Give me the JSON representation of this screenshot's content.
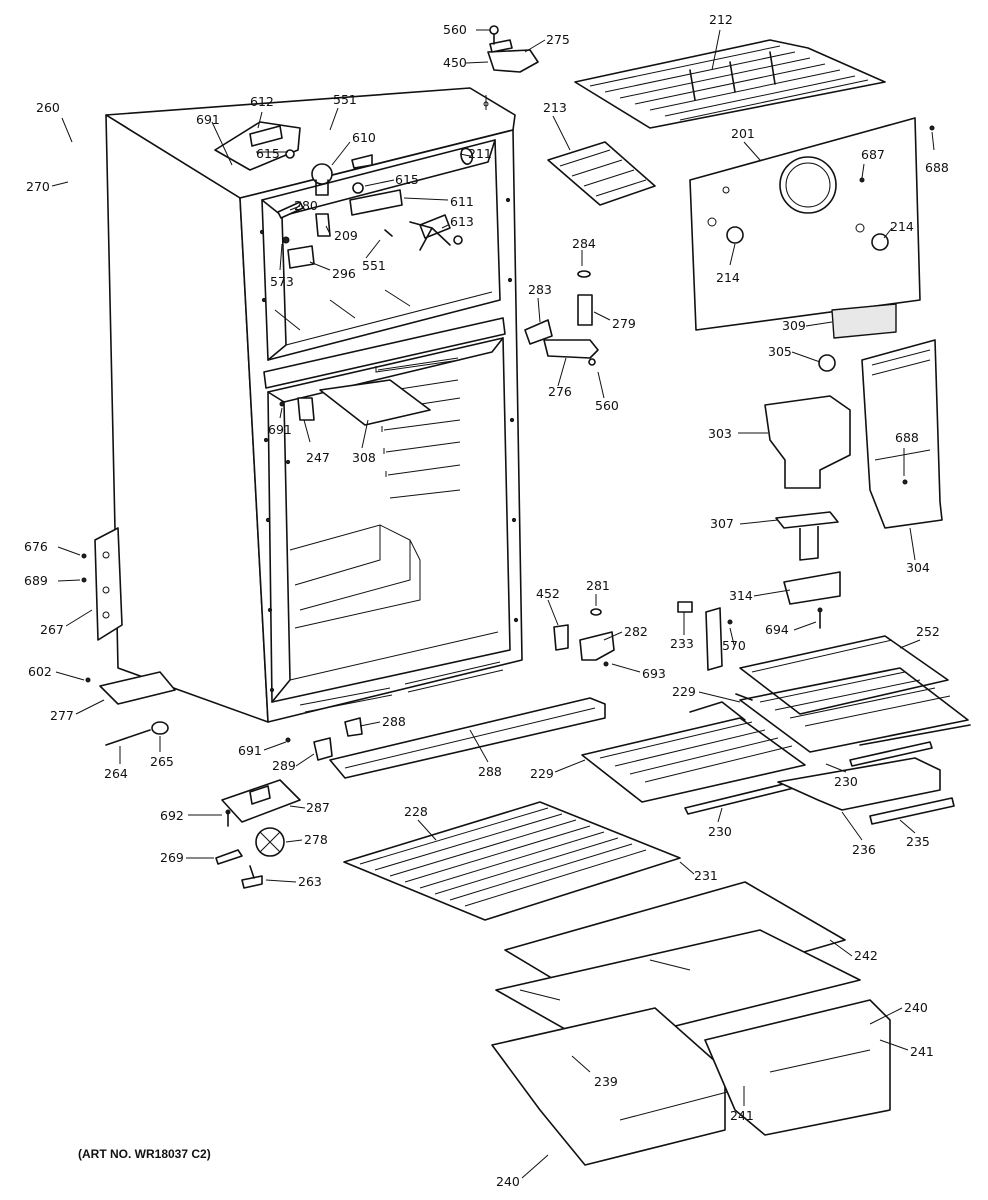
{
  "caption": "(ART NO. WR18037 C2)",
  "callouts": [
    {
      "id": "c560a",
      "text": "560"
    },
    {
      "id": "c275",
      "text": "275"
    },
    {
      "id": "c450",
      "text": "450"
    },
    {
      "id": "c212",
      "text": "212"
    },
    {
      "id": "c213",
      "text": "213"
    },
    {
      "id": "c201",
      "text": "201"
    },
    {
      "id": "c688a",
      "text": "688"
    },
    {
      "id": "c687",
      "text": "687"
    },
    {
      "id": "c214a",
      "text": "214"
    },
    {
      "id": "c214b",
      "text": "214"
    },
    {
      "id": "c260",
      "text": "260"
    },
    {
      "id": "c270",
      "text": "270"
    },
    {
      "id": "c691a",
      "text": "691"
    },
    {
      "id": "c612",
      "text": "612"
    },
    {
      "id": "c551a",
      "text": "551"
    },
    {
      "id": "c610",
      "text": "610"
    },
    {
      "id": "c615a",
      "text": "615"
    },
    {
      "id": "c211",
      "text": "211"
    },
    {
      "id": "c615b",
      "text": "615"
    },
    {
      "id": "c611",
      "text": "611"
    },
    {
      "id": "c613",
      "text": "613"
    },
    {
      "id": "c280",
      "text": "280"
    },
    {
      "id": "c209",
      "text": "209"
    },
    {
      "id": "c551b",
      "text": "551"
    },
    {
      "id": "c573",
      "text": "573"
    },
    {
      "id": "c296",
      "text": "296"
    },
    {
      "id": "c284",
      "text": "284"
    },
    {
      "id": "c283",
      "text": "283"
    },
    {
      "id": "c279",
      "text": "279"
    },
    {
      "id": "c276",
      "text": "276"
    },
    {
      "id": "c560b",
      "text": "560"
    },
    {
      "id": "c309",
      "text": "309"
    },
    {
      "id": "c305",
      "text": "305"
    },
    {
      "id": "c303",
      "text": "303"
    },
    {
      "id": "c688b",
      "text": "688"
    },
    {
      "id": "c307",
      "text": "307"
    },
    {
      "id": "c304",
      "text": "304"
    },
    {
      "id": "c691b",
      "text": "691"
    },
    {
      "id": "c247",
      "text": "247"
    },
    {
      "id": "c308",
      "text": "308"
    },
    {
      "id": "c676",
      "text": "676"
    },
    {
      "id": "c689",
      "text": "689"
    },
    {
      "id": "c267",
      "text": "267"
    },
    {
      "id": "c452",
      "text": "452"
    },
    {
      "id": "c281",
      "text": "281"
    },
    {
      "id": "c282",
      "text": "282"
    },
    {
      "id": "c693",
      "text": "693"
    },
    {
      "id": "c314",
      "text": "314"
    },
    {
      "id": "c233",
      "text": "233"
    },
    {
      "id": "c570",
      "text": "570"
    },
    {
      "id": "c694",
      "text": "694"
    },
    {
      "id": "c252",
      "text": "252"
    },
    {
      "id": "c602",
      "text": "602"
    },
    {
      "id": "c277",
      "text": "277"
    },
    {
      "id": "c229a",
      "text": "229"
    },
    {
      "id": "c288a",
      "text": "288"
    },
    {
      "id": "c691c",
      "text": "691"
    },
    {
      "id": "c264",
      "text": "264"
    },
    {
      "id": "c265",
      "text": "265"
    },
    {
      "id": "c289",
      "text": "289"
    },
    {
      "id": "c288b",
      "text": "288"
    },
    {
      "id": "c229b",
      "text": "229"
    },
    {
      "id": "c230a",
      "text": "230"
    },
    {
      "id": "c692",
      "text": "692"
    },
    {
      "id": "c287",
      "text": "287"
    },
    {
      "id": "c230b",
      "text": "230"
    },
    {
      "id": "c228",
      "text": "228"
    },
    {
      "id": "c236",
      "text": "236"
    },
    {
      "id": "c235",
      "text": "235"
    },
    {
      "id": "c269",
      "text": "269"
    },
    {
      "id": "c278",
      "text": "278"
    },
    {
      "id": "c231",
      "text": "231"
    },
    {
      "id": "c263",
      "text": "263"
    },
    {
      "id": "c242",
      "text": "242"
    },
    {
      "id": "c240a",
      "text": "240"
    },
    {
      "id": "c241a",
      "text": "241"
    },
    {
      "id": "c239",
      "text": "239"
    },
    {
      "id": "c241b",
      "text": "241"
    },
    {
      "id": "c240b",
      "text": "240"
    }
  ]
}
